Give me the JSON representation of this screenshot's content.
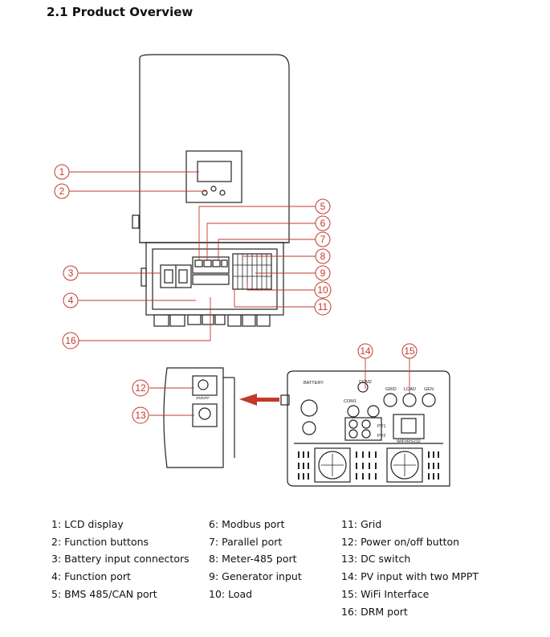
{
  "section_title": "2.1 Product Overview",
  "device_labels": {
    "battery": "BATTERY",
    "com2": "COM2",
    "com1": "COM1",
    "grid": "GRID",
    "load": "LOAD",
    "gen": "GEN",
    "pv1": "PV1",
    "pv2": "PV2",
    "wifi": "WIFI/RS232",
    "on_off": "ON/OFF"
  },
  "callouts": [
    "1",
    "2",
    "3",
    "4",
    "5",
    "6",
    "7",
    "8",
    "9",
    "10",
    "11",
    "12",
    "13",
    "14",
    "15",
    "16"
  ],
  "legend": {
    "col1": [
      "1: LCD display",
      "2: Function buttons",
      "3: Battery input connectors",
      "4: Function port",
      "5: BMS 485/CAN port"
    ],
    "col2": [
      "6: Modbus port",
      "7: Parallel port",
      "8: Meter-485 port",
      "9: Generator input",
      "10: Load"
    ],
    "col3": [
      "11: Grid",
      "12: Power on/off button",
      "13: DC switch",
      "14: PV input with two MPPT",
      "15: WiFi Interface",
      "16: DRM port"
    ]
  },
  "colors": {
    "callout": "#c0392b",
    "line": "#222222"
  }
}
